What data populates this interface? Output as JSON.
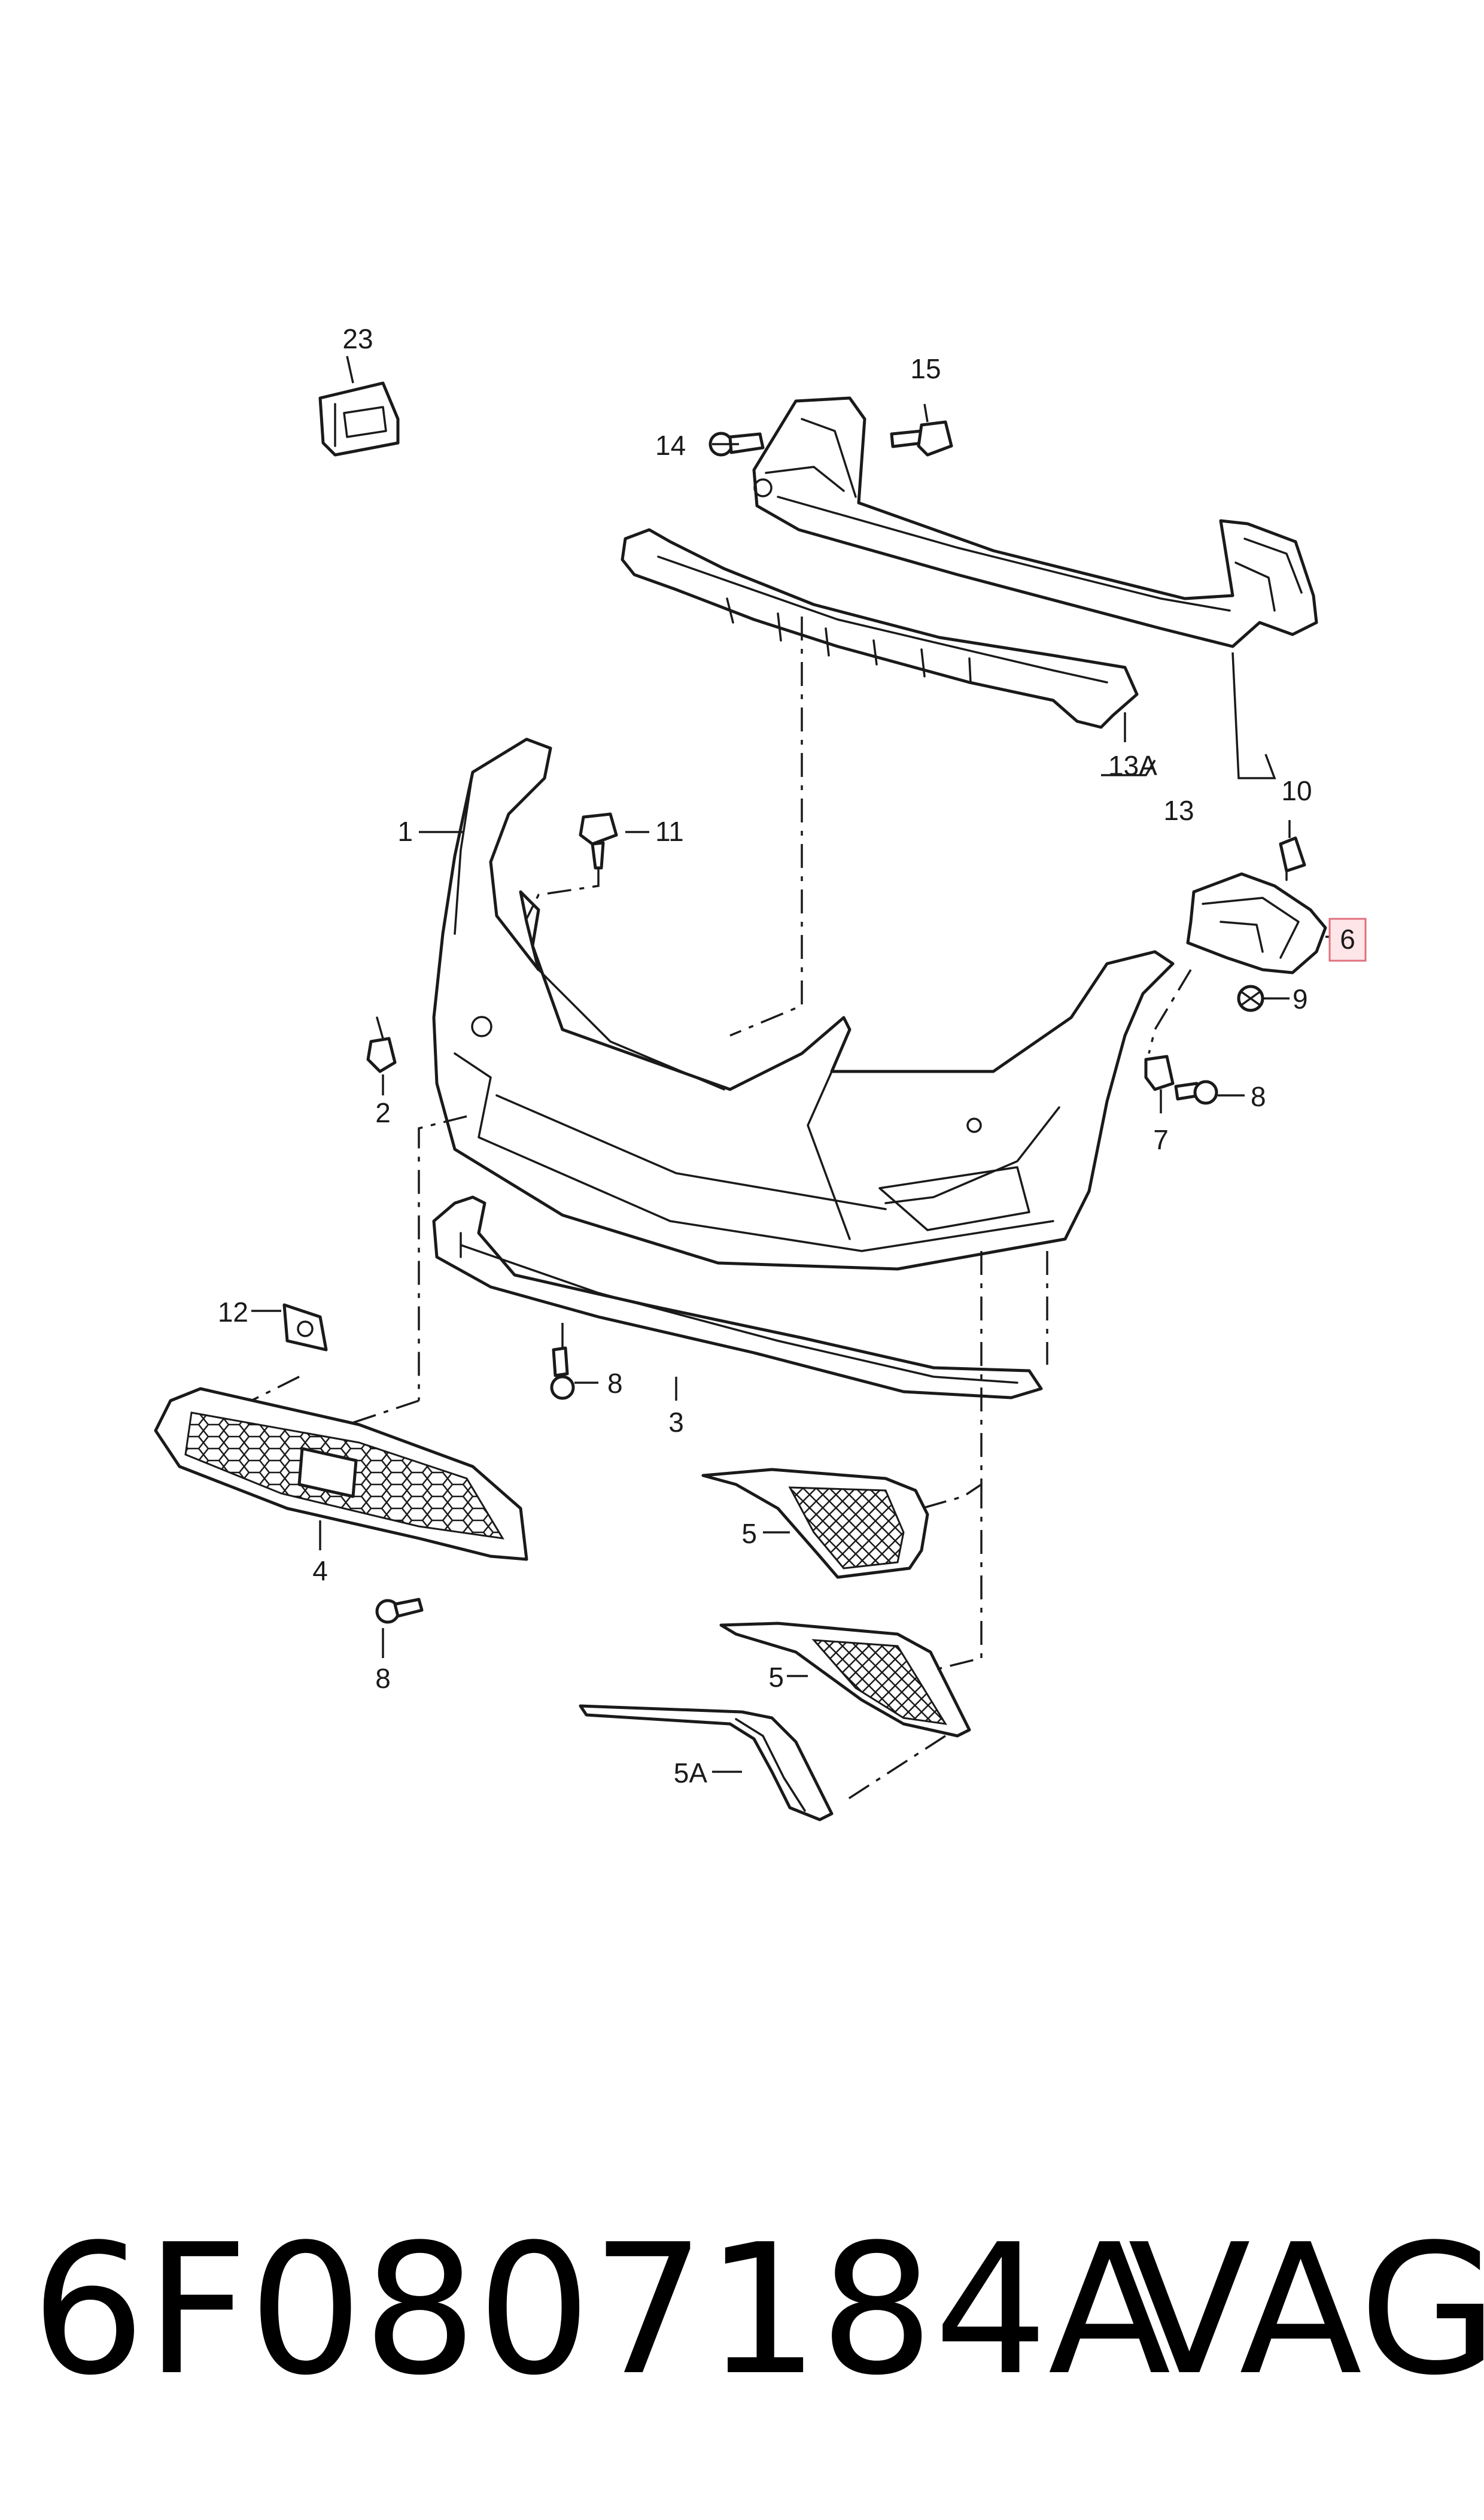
{
  "callouts": {
    "c1": "1",
    "c2": "2",
    "c3": "3",
    "c4": "4",
    "c5a": "5",
    "c5b": "5",
    "c5A": "5A",
    "c6": "6",
    "c7": "7",
    "c8a": "8",
    "c8b": "8",
    "c8c": "8",
    "c9": "9",
    "c10": "10",
    "c11": "11",
    "c12": "12",
    "c13": "13",
    "c13A": "13A",
    "c14": "14",
    "c15": "15",
    "c23": "23"
  },
  "highlighted_callout": "6",
  "colors": {
    "highlight_fill": "#fde5e8",
    "highlight_stroke": "#e0707d",
    "line": "#1a1a1a"
  },
  "footer": {
    "part_number": "6F0807184A",
    "brand": "VAG"
  }
}
